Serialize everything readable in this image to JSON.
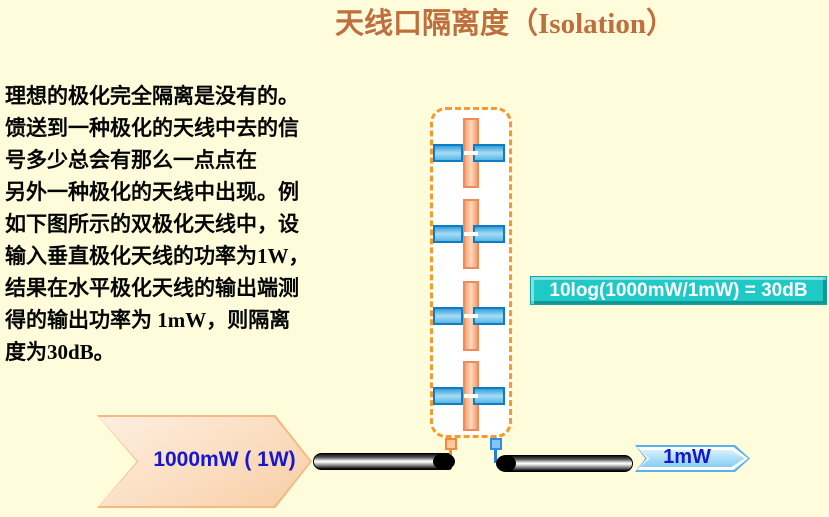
{
  "slide": {
    "title": "天线口隔离度（Isolation）",
    "paragraph": "理想的极化完全隔离是没有的。\n馈送到一种极化的天线中去的信\n号多少总会有那么一点点在\n另外一种极化的天线中出现。例\n如下图所示的双极化天线中，设\n输入垂直极化天线的功率为1W，\n结果在水平极化天线的输出端测\n得的输出功率为 1mW，则隔离\n度为30dB。",
    "formula": "10log(1000mW/1mW) = 30dB",
    "input_power": "1000mW ( 1W)",
    "output_power": "1mW"
  },
  "diagram": {
    "antenna_element_count": 4,
    "colors": {
      "background": "#FEFCDB",
      "title": "#BF6E3D",
      "panel_border": "#F79A28",
      "vertical_dipole": "#F4A173",
      "horizontal_dipole": "#57B7E8",
      "formula_box": "#1FC9C5",
      "power_label_text": "#1717CE",
      "input_arrow": "#F8CDA5",
      "output_arrow": "#A9DDF8"
    }
  }
}
